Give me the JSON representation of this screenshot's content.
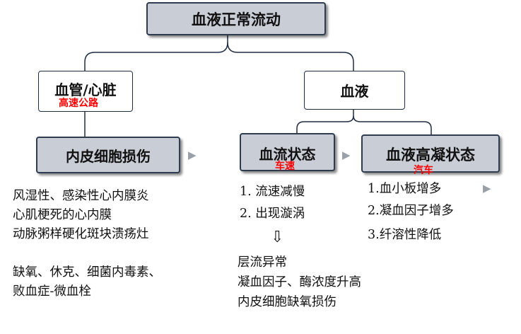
{
  "title": "血液正常流动",
  "left_branch": {
    "heading": "血管/心脏",
    "analogy": "高速公路",
    "child": "内皮细胞损伤",
    "causes_1": [
      "风湿性、感染性心内膜炎",
      "心肌梗死的心内膜",
      "动脉粥样硬化斑块溃疡灶"
    ],
    "causes_2": [
      "缺氧、休克、细菌内毒素、",
      "败血症-微血栓"
    ]
  },
  "right_branch": {
    "heading": "血液",
    "flow_state": {
      "label": "血流状态",
      "analogy": "车速",
      "items": [
        "1. 流速减慢",
        "2. 出现漩涡"
      ],
      "arrow": "⇩",
      "results": [
        "层流异常",
        "凝血因子、酶浓度升高",
        "内皮细胞缺氧损伤"
      ]
    },
    "hypercoag": {
      "label": "血液高凝状态",
      "analogy": "汽车",
      "items": [
        "1.血小板增多",
        "2.凝血因子增多",
        "3.纤溶性降低"
      ]
    }
  },
  "colors": {
    "box_fill": "#c9cdd6",
    "border": "#2f3b4f",
    "analogy_red": "#ff0000"
  },
  "icons": [
    "triangle-right-icon",
    "down-arrow-icon"
  ]
}
